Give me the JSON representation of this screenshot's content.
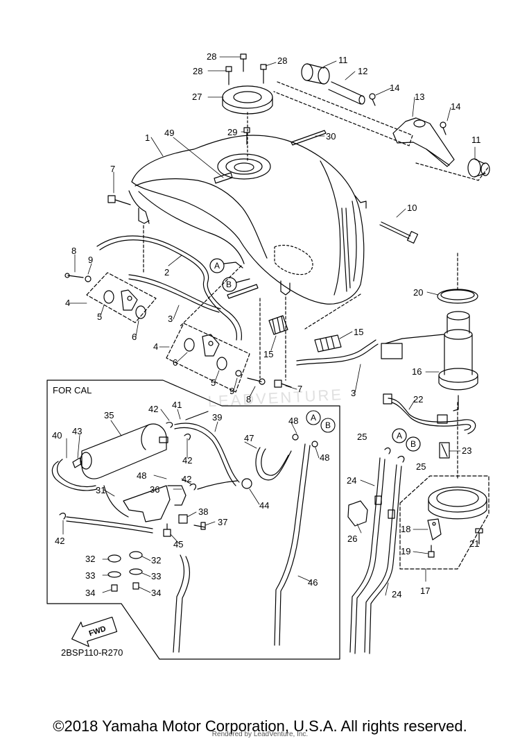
{
  "section_label": "FOR CAL",
  "diagram_code": "2BSP110-R270",
  "fwd_label": "FWD",
  "watermark": "LEADVENTURE",
  "copyright": "©2018 Yamaha Motor Corporation, U.S.A. All rights reserved.",
  "rendered_by": "Rendered by LeadVenture, Inc.",
  "callout_letters": {
    "a": "A",
    "b": "B"
  },
  "colors": {
    "line": "#000000",
    "background": "#ffffff",
    "watermark": "#e6e6e6"
  },
  "part_numbers": {
    "p1": "1",
    "p2": "2",
    "p3": "3",
    "p4": "4",
    "p5": "5",
    "p6": "6",
    "p7": "7",
    "p8": "8",
    "p9": "9",
    "p10": "10",
    "p11": "11",
    "p12": "12",
    "p13": "13",
    "p14": "14",
    "p15": "15",
    "p16": "16",
    "p17": "17",
    "p18": "18",
    "p19": "19",
    "p20": "20",
    "p21": "21",
    "p22": "22",
    "p23": "23",
    "p24": "24",
    "p25": "25",
    "p26": "26",
    "p27": "27",
    "p28": "28",
    "p29": "29",
    "p30": "30",
    "p31": "31",
    "p32": "32",
    "p33": "33",
    "p34": "34",
    "p35": "35",
    "p36": "36",
    "p37": "37",
    "p38": "38",
    "p39": "39",
    "p40": "40",
    "p41": "41",
    "p42": "42",
    "p43": "43",
    "p44": "44",
    "p45": "45",
    "p46": "46",
    "p47": "47",
    "p48": "48",
    "p49": "49"
  }
}
